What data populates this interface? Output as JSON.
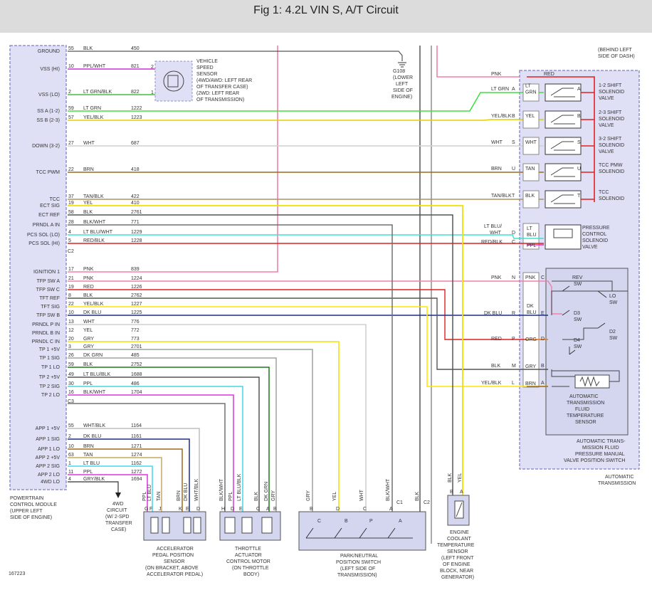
{
  "title": "Fig 1: 4.2L VIN S, A/T Circuit",
  "figure_number": "167223",
  "colors": {
    "background": "#ffffff",
    "title_bar": "#dcdcdc",
    "module_fill": "#dfe0f5",
    "module_stroke": "#8f92c9",
    "wire_gray": "#444444"
  },
  "pcm": {
    "caption": [
      "POWERTRAIN",
      "CONTROL MODULE",
      "(UPPER LEFT",
      "SIDE OF ENGINE)"
    ],
    "connector_labels": [
      "C2",
      "C3"
    ],
    "pins": [
      {
        "label": "GROUND",
        "pin": "55",
        "wire": "BLK",
        "circuit": "450"
      },
      {
        "label": "VSS (HI)",
        "pin": "10",
        "wire": "PPL/WHT",
        "circuit": "821"
      },
      {
        "label": "VSS (LO)",
        "pin": "2",
        "wire": "LT GRN/BLK",
        "circuit": "822"
      },
      {
        "label": "SS A (1-2)",
        "pin": "59",
        "wire": "LT GRN",
        "circuit": "1222"
      },
      {
        "label": "SS B (2-3)",
        "pin": "57",
        "wire": "YEL/BLK",
        "circuit": "1223"
      },
      {
        "label": "DOWN (3-2)",
        "pin": "27",
        "wire": "WHT",
        "circuit": "687"
      },
      {
        "label": "TCC PWM",
        "pin": "22",
        "wire": "BRN",
        "circuit": "418"
      },
      {
        "label": "TCC",
        "pin": "37",
        "wire": "TAN/BLK",
        "circuit": "422"
      },
      {
        "label": "ECT SIG",
        "pin": "19",
        "wire": "YEL",
        "circuit": "410"
      },
      {
        "label": "ECT REF",
        "pin": "58",
        "wire": "BLK",
        "circuit": "2761"
      },
      {
        "label": "PRNDL A IN",
        "pin": "28",
        "wire": "BLK/WHT",
        "circuit": "771"
      },
      {
        "label": "PCS SOL (LO)",
        "pin": "4",
        "wire": "LT BLU/WHT",
        "circuit": "1229"
      },
      {
        "label": "PCS SOL (HI)",
        "pin": "5",
        "wire": "RED/BLK",
        "circuit": "1228"
      },
      {
        "label": "IGNITION 1",
        "pin": "17",
        "wire": "PNK",
        "circuit": "839"
      },
      {
        "label": "TFP SW A",
        "pin": "21",
        "wire": "PNK",
        "circuit": "1224"
      },
      {
        "label": "TFP SW C",
        "pin": "19",
        "wire": "RED",
        "circuit": "1226"
      },
      {
        "label": "TFT REF",
        "pin": "8",
        "wire": "BLK",
        "circuit": "2762"
      },
      {
        "label": "TFT SIG",
        "pin": "22",
        "wire": "YEL/BLK",
        "circuit": "1227"
      },
      {
        "label": "TFP SW B",
        "pin": "10",
        "wire": "DK BLU",
        "circuit": "1225"
      },
      {
        "label": "PRNDL P IN",
        "pin": "13",
        "wire": "WHT",
        "circuit": "776"
      },
      {
        "label": "PRNDL B IN",
        "pin": "12",
        "wire": "YEL",
        "circuit": "772"
      },
      {
        "label": "PRNDL C IN",
        "pin": "20",
        "wire": "GRY",
        "circuit": "773"
      },
      {
        "label": "TP 1 +5V",
        "pin": "3",
        "wire": "GRY",
        "circuit": "2701"
      },
      {
        "label": "TP 1 SIG",
        "pin": "26",
        "wire": "DK GRN",
        "circuit": "485"
      },
      {
        "label": "TP 1 LO",
        "pin": "59",
        "wire": "BLK",
        "circuit": "2752"
      },
      {
        "label": "TP 2 +5V",
        "pin": "49",
        "wire": "LT BLU/BLK",
        "circuit": "1688"
      },
      {
        "label": "TP 2 SIG",
        "pin": "30",
        "wire": "PPL",
        "circuit": "486"
      },
      {
        "label": "TP 2 LO",
        "pin": "16",
        "wire": "BLK/WHT",
        "circuit": "1704"
      },
      {
        "label": "APP 1 +5V",
        "pin": "55",
        "wire": "WHT/BLK",
        "circuit": "1164"
      },
      {
        "label": "APP 1 SIG",
        "pin": "2",
        "wire": "DK BLU",
        "circuit": "1161"
      },
      {
        "label": "APP 1 LO",
        "pin": "10",
        "wire": "BRN",
        "circuit": "1271"
      },
      {
        "label": "APP 2 +5V",
        "pin": "63",
        "wire": "TAN",
        "circuit": "1274"
      },
      {
        "label": "APP 2 SIG",
        "pin": "1",
        "wire": "LT BLU",
        "circuit": "1162"
      },
      {
        "label": "APP 2 LO",
        "pin": "11",
        "wire": "PPL",
        "circuit": "1272"
      },
      {
        "label": "4WD LO",
        "pin": "4",
        "wire": "GRY/BLK",
        "circuit": "1694"
      }
    ]
  },
  "vss": {
    "caption": [
      "VEHICLE",
      "SPEED",
      "SENSOR",
      "(4WD/AWD: LEFT REAR",
      "OF TRANSFER CASE)",
      "(2WD: LEFT REAR",
      "OF TRANSMISSION)"
    ],
    "pins": [
      "2",
      "1"
    ]
  },
  "ground": {
    "caption": [
      "G108",
      "(LOWER",
      "LEFT",
      "SIDE OF",
      "ENGINE)"
    ]
  },
  "behind_dash": [
    "(BEHIND LEFT",
    "SIDE OF DASH)"
  ],
  "trans": {
    "caption": [
      "AUTOMATIC",
      "TRANSMISSION"
    ],
    "feed_wire": "PNK",
    "feed_internal": "RED",
    "solenoids": [
      {
        "name": [
          "1-2 SHIFT",
          "SOLENOID",
          "VALVE"
        ],
        "wire": "LT GRN",
        "inner": [
          "LT",
          "GRN"
        ],
        "pin": "A",
        "ext_pin": "A"
      },
      {
        "name": [
          "2-3 SHIFT",
          "SOLENOID",
          "VALVE"
        ],
        "wire": "YEL/BLK",
        "inner": [
          "YEL"
        ],
        "pin": "B",
        "ext_pin": "B"
      },
      {
        "name": [
          "3-2 SHIFT",
          "SOLENOID",
          "VALVE"
        ],
        "wire": "WHT",
        "inner": [
          "WHT"
        ],
        "pin": "S",
        "ext_pin": "S"
      },
      {
        "name": [
          "TCC PMW",
          "SOLENOID"
        ],
        "wire": "BRN",
        "inner": [
          "TAN"
        ],
        "pin": "U",
        "ext_pin": "U"
      },
      {
        "name": [
          "TCC",
          "SOLENOID"
        ],
        "wire": "TAN/BLK",
        "inner": [
          "BLK"
        ],
        "pin": "T",
        "ext_pin": "T"
      }
    ],
    "pcs": {
      "name": [
        "PRESSURE",
        "CONTROL",
        "SOLENOID",
        "VALVE"
      ],
      "wires": [
        "LT BLU/",
        "WHT",
        "RED/BLK"
      ],
      "inner": [
        "LT",
        "BLU",
        "PPL"
      ],
      "pins": [
        "D",
        "C"
      ]
    },
    "switch_assembly": {
      "name": [
        "AUTOMATIC TRANS-",
        "MISSION FLUID",
        "PRESSURE MANUAL",
        "VALVE POSITION SWITCH"
      ],
      "switches": [
        "REV",
        "SW",
        "LO",
        "SW",
        "D3",
        "SW",
        "D2",
        "SW",
        "D4",
        "SW"
      ],
      "wires": [
        "PNK",
        "DK BLU",
        "RED",
        "BLK",
        "YEL/BLK"
      ],
      "inner": [
        "PNK",
        "DK",
        "BLU",
        "ORG",
        "GRY",
        "BRN"
      ],
      "pins": [
        "N",
        "R",
        "P",
        "M",
        "L"
      ],
      "inner_pins": [
        "C",
        "E",
        "D",
        "B",
        "A"
      ],
      "tft": [
        "AUTOMATIC",
        "TRANSMISSION",
        "FLUID",
        "TEMPERATURE",
        "SENSOR"
      ]
    }
  },
  "app": {
    "caption": [
      "ACCELERATOR",
      "PEDAL POSITION",
      "SENSOR",
      "(ON BRACKET, ABOVE",
      "ACCELERATOR PEDAL)"
    ],
    "wires": [
      "PPL",
      "LT BLU",
      "TAN",
      "BRN",
      "DK BLU",
      "WHT/BLK"
    ],
    "pins": [
      "G",
      "F",
      "J",
      "K",
      "E",
      "D"
    ]
  },
  "tac": {
    "caption": [
      "THROTTLE",
      "ACTUATOR",
      "CONTROL MOTOR",
      "(ON THROTTLE",
      "BODY)"
    ],
    "wires": [
      "BLK/WHT",
      "PPL",
      "LT BLU/BLK",
      "BLK",
      "DK GRN",
      "GRY"
    ],
    "pins": [
      "H",
      "D",
      "E",
      "C",
      "A",
      "B"
    ]
  },
  "park": {
    "caption": [
      "PARK/NEUTRAL",
      "POSITION SWITCH",
      "(LEFT SIDE OF",
      "TRANSMISSION)"
    ],
    "wires": [
      "GRY",
      "YEL",
      "WHT",
      "BLK/WHT",
      "BLK"
    ],
    "pins": [
      "B",
      "D",
      "C",
      "A"
    ],
    "contacts": [
      "C",
      "B",
      "P",
      "A"
    ],
    "connector_labels": [
      "C1",
      "C2"
    ]
  },
  "ect": {
    "caption": [
      "ENGINE",
      "COOLANT",
      "TEMPERATURE",
      "SENSOR",
      "(LEFT FRONT",
      "OF ENGINE",
      "BLOCK, NEAR",
      "GENERATOR)"
    ],
    "wires": [
      "BLK",
      "YEL"
    ],
    "pins": [
      "B",
      "A"
    ]
  },
  "fourwd": {
    "caption": [
      "4WD",
      "CIRCUIT",
      "(W/ 2-SPD",
      "TRANSFER",
      "CASE)"
    ]
  }
}
